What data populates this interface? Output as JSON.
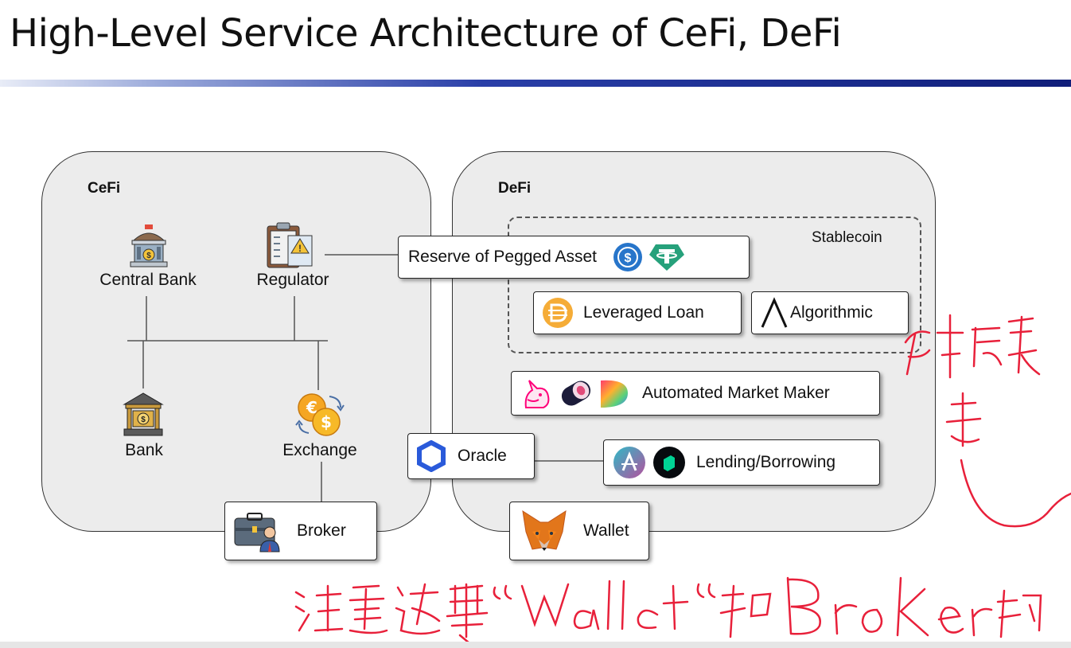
{
  "slide": {
    "title": "High-Level Service Architecture of CeFi, DeFi"
  },
  "cefi": {
    "title": "CeFi",
    "central_bank": "Central Bank",
    "regulator": "Regulator",
    "bank": "Bank",
    "exchange": "Exchange",
    "broker": "Broker"
  },
  "defi": {
    "title": "DeFi",
    "stablecoin": "Stablecoin",
    "reserve": "Reserve of Pegged Asset",
    "leveraged_loan": "Leveraged Loan",
    "algorithmic": "Algorithmic",
    "amm": "Automated Market Maker",
    "oracle": "Oracle",
    "lending": "Lending/Borrowing",
    "wallet": "Wallet"
  },
  "annotations": {
    "right_note": "对于后关",
    "bottom_note": "注意这里“Wallet”和 Broker的"
  },
  "colors": {
    "title_rule": "#101e7a",
    "panel_bg": "#ececec",
    "handwriting": "#e8203a",
    "usdc": "#2775ca",
    "tether": "#26a17b",
    "dai": "#f5ac37",
    "chainlink": "#2a5ada"
  },
  "icons": [
    "bank-building-icon",
    "clipboard-icon",
    "euro-dollar-exchange-icon",
    "briefcase-person-icon",
    "usdc-icon",
    "tether-icon",
    "dai-icon",
    "lambda-icon",
    "unicorn-icon",
    "sushi-icon",
    "rainbow-blob-icon",
    "chainlink-icon",
    "aave-icon",
    "compound-icon",
    "metamask-fox-icon"
  ]
}
